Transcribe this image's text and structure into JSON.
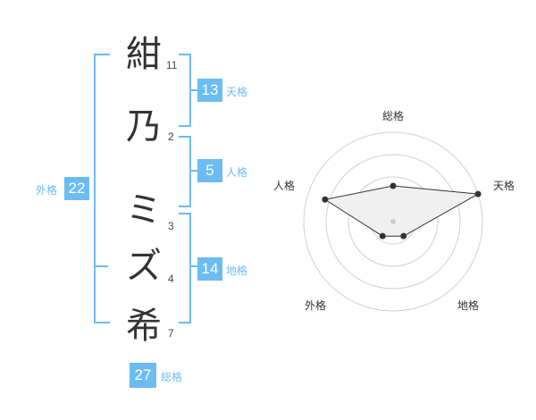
{
  "name_chars": [
    {
      "char": "紺",
      "strokes": "11"
    },
    {
      "char": "乃",
      "strokes": "2"
    },
    {
      "char": "ミ",
      "strokes": "3"
    },
    {
      "char": "ズ",
      "strokes": "4"
    },
    {
      "char": "希",
      "strokes": "7"
    }
  ],
  "kakusu": {
    "tenkaku": {
      "value": "13",
      "label": "天格"
    },
    "jinkaku": {
      "value": "5",
      "label": "人格"
    },
    "chikaku": {
      "value": "14",
      "label": "地格"
    },
    "gaikaku": {
      "value": "22",
      "label": "外格"
    },
    "soukaku": {
      "value": "27",
      "label": "総格"
    }
  },
  "radar": {
    "labels": {
      "top": "総格",
      "right": "天格",
      "bottom_right": "地格",
      "bottom_left": "外格",
      "left": "人格"
    },
    "scores": {
      "soukaku": 0.4,
      "tenkaku": 1.0,
      "chikaku": 0.2,
      "gaikaku": 0.2,
      "jinkaku": 0.8
    },
    "colors": {
      "ring": "#d0d0d0",
      "fill": "#f0f0f0",
      "line": "#333333",
      "dot": "#333333",
      "center": "#cccccc"
    }
  },
  "colors": {
    "accent": "#6cbcf2",
    "text": "#333333"
  }
}
